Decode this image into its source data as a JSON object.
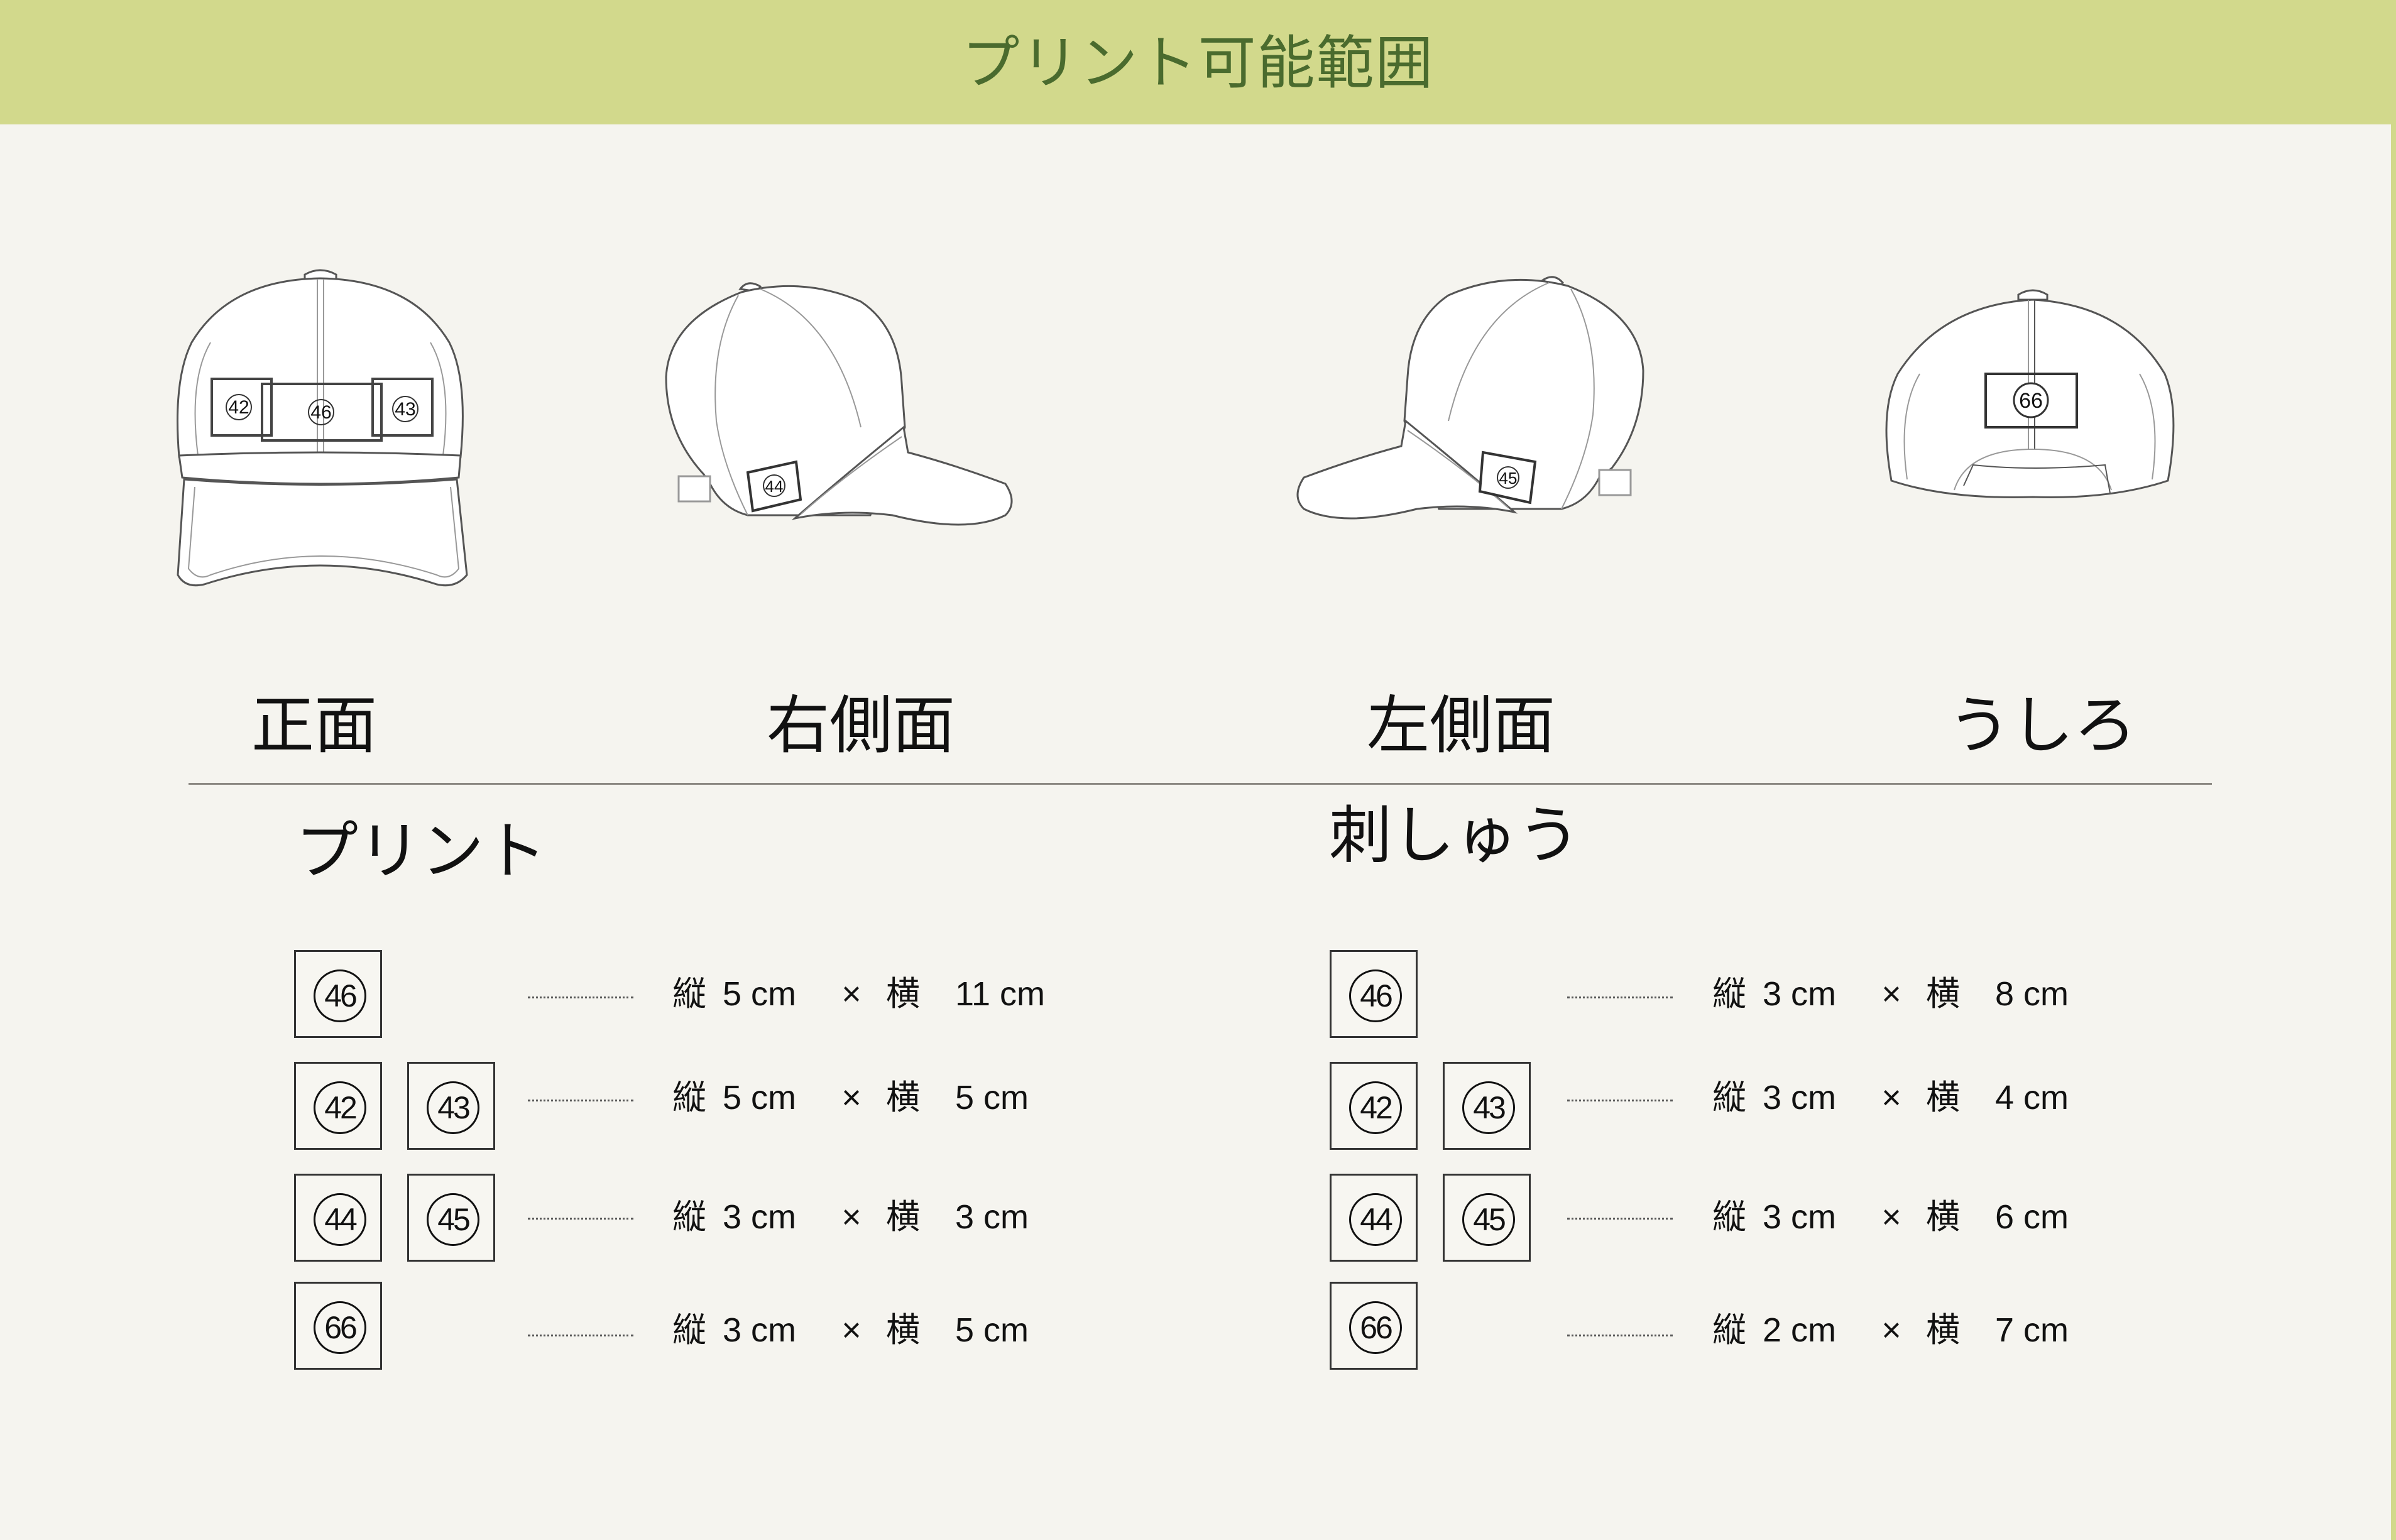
{
  "header": {
    "title": "プリント可能範囲"
  },
  "colors": {
    "header_bg": "#d2d98c",
    "header_text": "#4a6b2e",
    "page_bg": "#f5f4ef",
    "divider": "#8a8781"
  },
  "views": [
    {
      "label": "正面",
      "marks": [
        "42",
        "46",
        "43"
      ]
    },
    {
      "label": "右側面",
      "marks": [
        "44"
      ]
    },
    {
      "label": "左側面",
      "marks": [
        "45"
      ]
    },
    {
      "label": "うしろ",
      "marks": [
        "66"
      ]
    }
  ],
  "sections": {
    "print": {
      "title": "プリント",
      "rows": [
        {
          "positions": [
            "46"
          ],
          "height_label": "縦",
          "height": "5 cm",
          "times": "×",
          "width_label": "横",
          "width": "11 cm"
        },
        {
          "positions": [
            "42",
            "43"
          ],
          "height_label": "縦",
          "height": "5 cm",
          "times": "×",
          "width_label": "横",
          "width": "5 cm"
        },
        {
          "positions": [
            "44",
            "45"
          ],
          "height_label": "縦",
          "height": "3 cm",
          "times": "×",
          "width_label": "横",
          "width": "3 cm"
        },
        {
          "positions": [
            "66"
          ],
          "height_label": "縦",
          "height": "3 cm",
          "times": "×",
          "width_label": "横",
          "width": "5 cm"
        }
      ]
    },
    "embroidery": {
      "title": "刺しゅう",
      "rows": [
        {
          "positions": [
            "46"
          ],
          "height_label": "縦",
          "height": "3 cm",
          "times": "×",
          "width_label": "横",
          "width": "8 cm"
        },
        {
          "positions": [
            "42",
            "43"
          ],
          "height_label": "縦",
          "height": "3 cm",
          "times": "×",
          "width_label": "横",
          "width": "4 cm"
        },
        {
          "positions": [
            "44",
            "45"
          ],
          "height_label": "縦",
          "height": "3 cm",
          "times": "×",
          "width_label": "横",
          "width": "6 cm"
        },
        {
          "positions": [
            "66"
          ],
          "height_label": "縦",
          "height": "2 cm",
          "times": "×",
          "width_label": "横",
          "width": "7 cm"
        }
      ]
    }
  }
}
